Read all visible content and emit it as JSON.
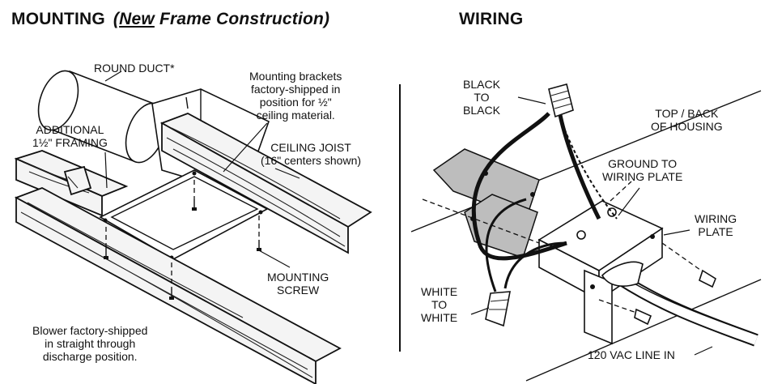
{
  "mounting": {
    "heading": "MOUNTING",
    "subheading_prefix": "New",
    "subheading_suffix": " Frame Construction)",
    "round_duct": "ROUND DUCT*",
    "additional_framing": [
      "ADDITIONAL",
      "1½\" FRAMING"
    ],
    "brackets_note": [
      "Mounting brackets",
      "factory-shipped in",
      "position for ½\"",
      "ceiling material."
    ],
    "ceiling_joist": [
      "CEILING JOIST",
      "(16\" centers shown)"
    ],
    "mounting_screw": [
      "MOUNTING",
      "SCREW"
    ],
    "blower_note": [
      "Blower factory-shipped",
      "in straight through",
      "discharge position."
    ]
  },
  "wiring": {
    "heading": "WIRING",
    "black_to_black": [
      "BLACK",
      "TO",
      "BLACK"
    ],
    "top_back": [
      "TOP / BACK",
      "OF HOUSING"
    ],
    "ground_to_plate": [
      "GROUND TO",
      "WIRING PLATE"
    ],
    "wiring_plate": [
      "WIRING",
      "PLATE"
    ],
    "white_to_white": [
      "WHITE",
      "TO",
      "WHITE"
    ],
    "line_in": "120 VAC LINE IN"
  }
}
